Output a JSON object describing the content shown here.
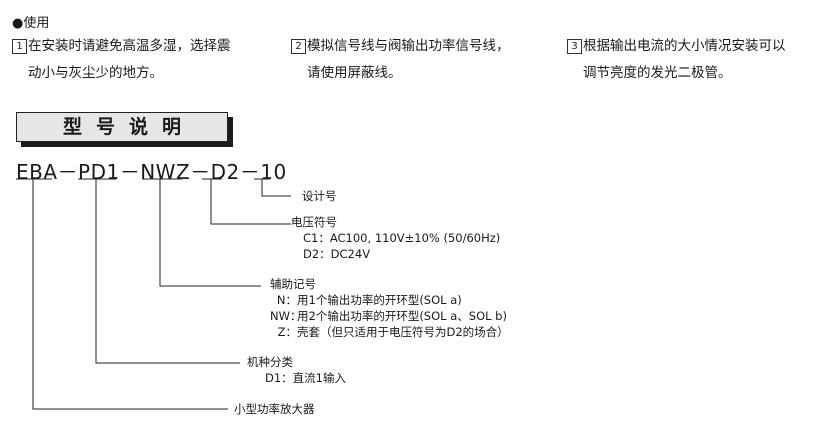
{
  "usage": {
    "title": "●使用",
    "notes": [
      {
        "num": "1",
        "line1": "在安装时请避免高温多湿，选择震",
        "line2": "动小与灰尘少的地方。"
      },
      {
        "num": "2",
        "line1": "模拟信号线与阀输出功率信号线，",
        "line2": "请使用屏蔽线。"
      },
      {
        "num": "3",
        "line1": "根据输出电流的大小情况安装可以",
        "line2": "调节亮度的发光二极管。"
      }
    ]
  },
  "section": {
    "title": "型号说明"
  },
  "model": {
    "code": "EBA－PD1－NWZ－D2－10"
  },
  "descriptions": {
    "design_no": {
      "label": "设计号"
    },
    "voltage": {
      "label": "电压符号",
      "items": [
        {
          "code": "C1：",
          "text": "AC100, 110V±10% (50/60Hz)"
        },
        {
          "code": "D2：",
          "text": "DC24V"
        }
      ]
    },
    "aux": {
      "label": "辅助记号",
      "items": [
        {
          "code": "N：",
          "text": "用1个输出功率的开环型(SOL a)"
        },
        {
          "code": "NW：",
          "text": "用2个输出功率的开环型(SOL a、SOL b)"
        },
        {
          "code": "Z：",
          "text": "壳套（但只适用于电压符号为D2的场合）"
        }
      ]
    },
    "type": {
      "label": "机种分类",
      "items": [
        {
          "code": "D1：",
          "text": "直流1输入"
        }
      ]
    },
    "amp": {
      "label": "小型功率放大器"
    }
  }
}
